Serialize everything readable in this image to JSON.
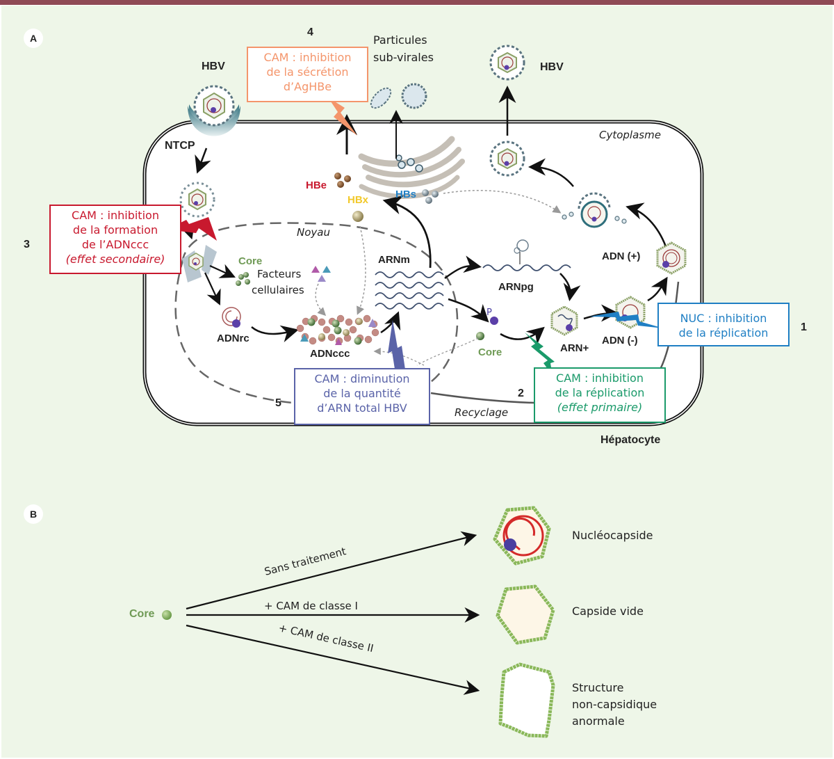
{
  "panel_a": {
    "label": "A",
    "step_numbers": [
      "1",
      "2",
      "3",
      "4",
      "5"
    ],
    "compartments": {
      "cytoplasm": "Cytoplasme",
      "nucleus": "Noyau",
      "cell": "Hépatocyte",
      "recycling": "Recyclage"
    },
    "labels": {
      "hbv_entry": "HBV",
      "hbv_exit": "HBV",
      "receptor": "NTCP",
      "subviral_line1": "Particules",
      "subviral_line2": "sub-virales",
      "hbe": "HBe",
      "hbx": "HBx",
      "hbs": "HBs",
      "core_top": "Core",
      "core_bottom": "Core",
      "cell_factors_line1": "Facteurs",
      "cell_factors_line2": "cellulaires",
      "adnrc": "ADNrc",
      "adnccc": "ADNccc",
      "arnm": "ARNm",
      "arnpg": "ARNpg",
      "p": "P",
      "arn_plus": "ARN+",
      "adn_minus": "ADN (-)",
      "adn_plus": "ADN (+)"
    },
    "drug_boxes": [
      {
        "id": "secretion",
        "color": "#f4956b",
        "lines": [
          "CAM : inhibition",
          "de la sécrétion",
          "d’AgHBe"
        ],
        "italic": ""
      },
      {
        "id": "cccdna",
        "color": "#c8192e",
        "lines": [
          "CAM : inhibition",
          "de la formation",
          "de l’ADNccc"
        ],
        "italic": "(effet secondaire)"
      },
      {
        "id": "rna",
        "color": "#5a63a8",
        "lines": [
          "CAM : diminution",
          "de la quantité",
          "d’ARN total HBV"
        ],
        "italic": ""
      },
      {
        "id": "primary",
        "color": "#1a9a6a",
        "lines": [
          "CAM : inhibition",
          "de la réplication"
        ],
        "italic": "(effet primaire)"
      },
      {
        "id": "nuc",
        "color": "#1f7fc4",
        "lines": [
          "NUC : inhibition",
          "de la réplication"
        ],
        "italic": ""
      }
    ]
  },
  "panel_b": {
    "label": "B",
    "source": "Core",
    "pathways": [
      {
        "condition": "Sans traitement",
        "outcome": "Nucléocapside"
      },
      {
        "condition": "+ CAM de classe I",
        "outcome": "Capside vide"
      },
      {
        "condition": "+ CAM de classe II",
        "outcome_lines": [
          "Structure",
          "non-capsidique",
          "anormale"
        ]
      }
    ]
  },
  "colors": {
    "frame_bar": "#8f4a55",
    "background": "#eef6e8",
    "core_green": "#6f9a55",
    "hbe_red": "#c8192e",
    "hbx_yellow": "#f2c92b",
    "hbs_blue": "#1f7fc4",
    "capsid_green": "#8ab85a",
    "dna_red": "#d42a2a",
    "polymerase": "#4a3fa0"
  }
}
